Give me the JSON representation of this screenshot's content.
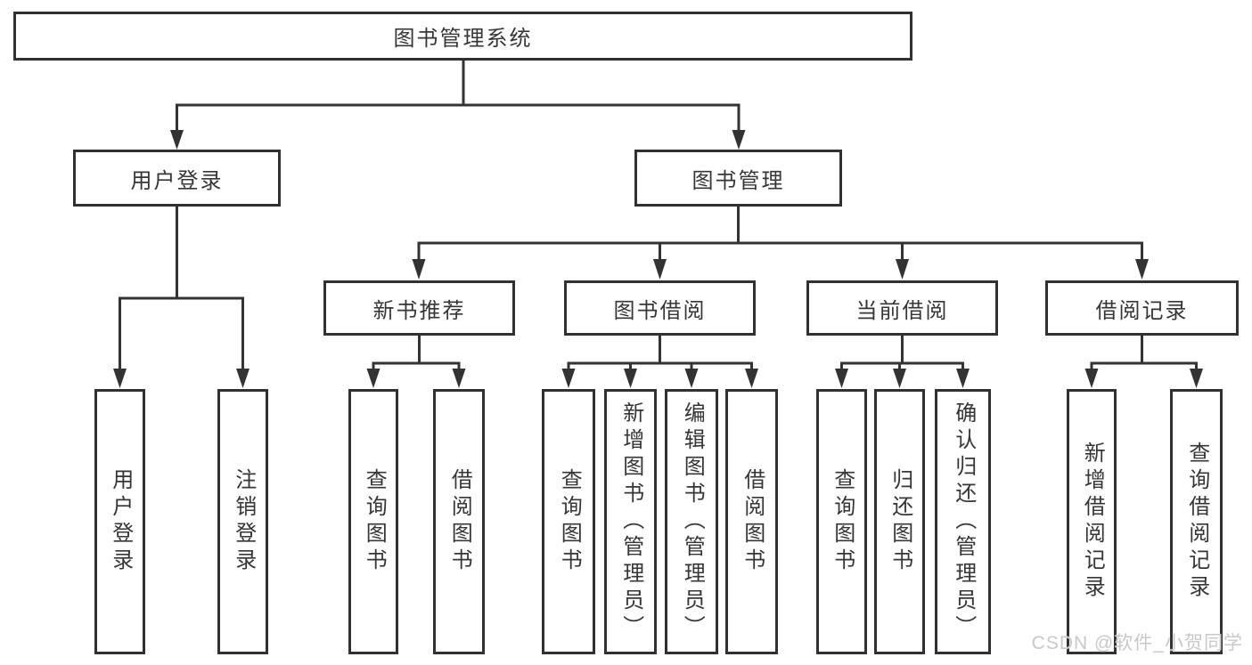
{
  "diagram": {
    "root": {
      "label": "图书管理系统"
    },
    "level2": {
      "user_login": {
        "label": "用户登录"
      },
      "book_mgmt": {
        "label": "图书管理"
      }
    },
    "level3": {
      "new_books": {
        "label": "新书推荐"
      },
      "book_borrow": {
        "label": "图书借阅"
      },
      "current_borrow": {
        "label": "当前借阅"
      },
      "borrow_records": {
        "label": "借阅记录"
      }
    },
    "leaves": {
      "user_login": [
        "用户登录",
        "注销登录"
      ],
      "new_books": [
        "查询图书",
        "借阅图书"
      ],
      "book_borrow": [
        "查询图书",
        "新增图书（管理员）",
        "编辑图书（管理员）",
        "借阅图书"
      ],
      "current_borrow": [
        "查询图书",
        "归还图书",
        "确认归还（管理员）"
      ],
      "borrow_records": [
        "新增借阅记录",
        "查询借阅记录"
      ]
    },
    "colors": {
      "line": "#333333",
      "box_border": "#313131",
      "text": "#363636",
      "background": "#ffffff",
      "watermark": "#c8c8c8"
    }
  },
  "watermark": {
    "text": "CSDN @软件_小贺同学"
  }
}
